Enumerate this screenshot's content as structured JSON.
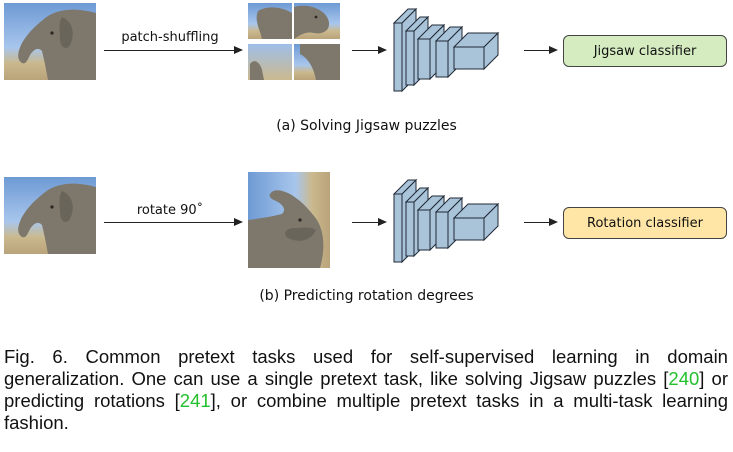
{
  "panel_a": {
    "arrow_label": "patch-shuffling",
    "classifier_label": "Jigsaw classifier",
    "classifier_color": "#d5ebc0",
    "caption": "(a) Solving Jigsaw puzzles"
  },
  "panel_b": {
    "arrow_label": "rotate 90˚",
    "classifier_label": "Rotation classifier",
    "classifier_color": "#ffe6a6",
    "caption": "(b) Predicting rotation degrees"
  },
  "network_color": "#a9c3d9",
  "figure_caption": {
    "prefix": "Fig. 6.",
    "text_1": "Common pretext tasks used for self-supervised learning in domain generalization. One can use a single pretext task, like solving Jigsaw puzzles [",
    "cite_1": "240",
    "text_2": "] or predicting rotations [",
    "cite_2": "241",
    "text_3": "], or combine multiple pretext tasks in a multi-task learning fashion."
  }
}
